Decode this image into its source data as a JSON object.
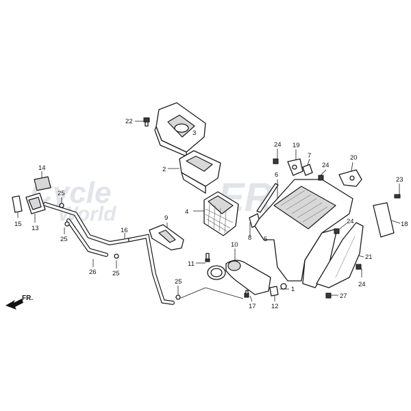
{
  "diagram": {
    "watermark": {
      "line1": "Cycle",
      "line2": "World",
      "brand": "ER"
    },
    "direction_label": "FR.",
    "parts": {
      "p1": "1",
      "p2": "2",
      "p3": "3",
      "p4": "4",
      "p5": "5",
      "p6": "6",
      "p7": "7",
      "p8": "8",
      "p9": "9",
      "p10": "10",
      "p11": "11",
      "p12": "12",
      "p13": "13",
      "p14": "14",
      "p15": "15",
      "p16": "16",
      "p17": "17",
      "p18": "18",
      "p19": "19",
      "p20": "20",
      "p21": "21",
      "p22": "22",
      "p23": "23",
      "p24": "24",
      "p25": "25",
      "p26": "26",
      "p27": "27"
    }
  }
}
